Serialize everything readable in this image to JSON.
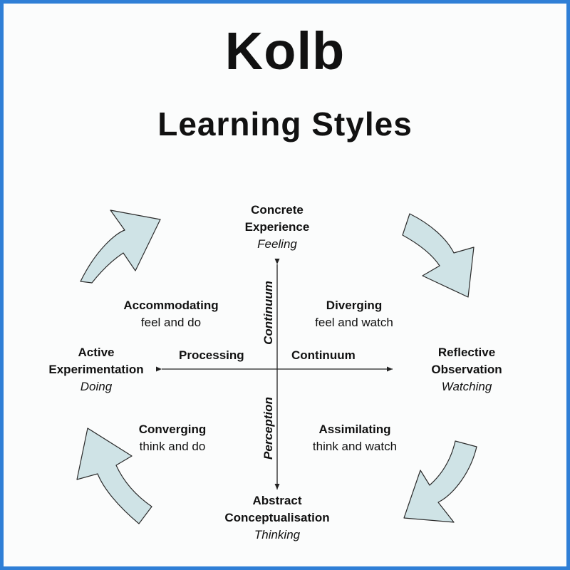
{
  "title": "Kolb",
  "subtitle": "Learning Styles",
  "poles": {
    "top": {
      "name_line1": "Concrete",
      "name_line2": "Experience",
      "mode": "Feeling"
    },
    "right": {
      "name_line1": "Reflective",
      "name_line2": "Observation",
      "mode": "Watching"
    },
    "bottom": {
      "name_line1": "Abstract",
      "name_line2": "Conceptualisation",
      "mode": "Thinking"
    },
    "left": {
      "name_line1": "Active",
      "name_line2": "Experimentation",
      "mode": "Doing"
    }
  },
  "styles": {
    "accommodating": {
      "name": "Accommodating",
      "desc": "feel and do"
    },
    "diverging": {
      "name": "Diverging",
      "desc": "feel and watch"
    },
    "converging": {
      "name": "Converging",
      "desc": "think and do"
    },
    "assimilating": {
      "name": "Assimilating",
      "desc": "think and watch"
    }
  },
  "axes": {
    "horizontal_left": "Processing",
    "horizontal_right": "Continuum",
    "vertical_top": "Continuum",
    "vertical_bottom": "Perception"
  },
  "colors": {
    "border": "#2f7fd6",
    "arrow_fill": "#cfe3e6",
    "arrow_stroke": "#2b2b2b"
  }
}
